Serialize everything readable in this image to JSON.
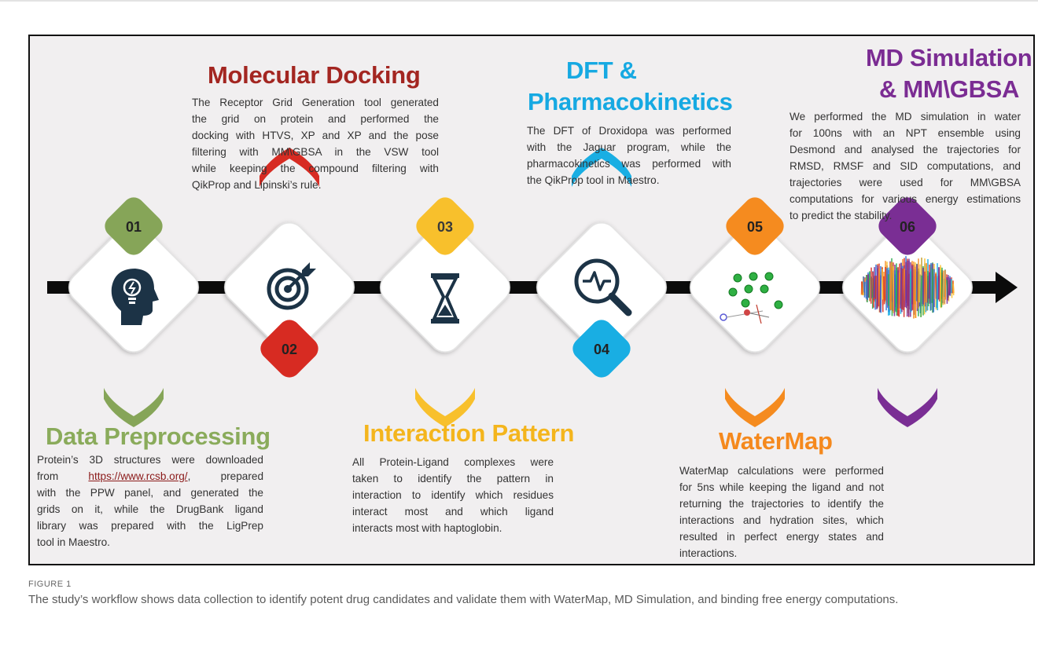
{
  "steps": [
    {
      "number": "01",
      "title": "Data Preprocessing",
      "icon": "brain-head-icon",
      "tab_color": "#86a558",
      "title_color": "#8aab5b",
      "text": {
        "line1": "Protein’s 3D structures were downloaded",
        "line2_pre": "from",
        "link": "https://www.rcsb.org/",
        "line2_post": ", prepared",
        "line3": "with the PPW panel, and generated the",
        "line4": "grids on it, while the DrugBank ligand",
        "line5": "library was prepared with the LigPrep",
        "line6": "tool in Maestro."
      }
    },
    {
      "number": "02",
      "title": "Molecular Docking",
      "icon": "target-icon",
      "tab_color": "#d72b22",
      "title_color": "#a32621",
      "text": [
        "The Receptor Grid Generation tool generated",
        "the grid on protein and performed the",
        "docking with HTVS, XP and XP and the pose",
        "filtering with MM\\GBSA in the VSW tool",
        "while keeping the compound filtering with",
        "QikProp and Lipinski’s rule."
      ]
    },
    {
      "number": "03",
      "title": "Interaction Pattern",
      "icon": "hourglass-icon",
      "tab_color": "#f8c02c",
      "title_color": "#f4b51d",
      "text": [
        "All Protein-Ligand complexes were",
        "taken to identify the pattern in",
        "interaction to identify which residues",
        "interact most and which ligand",
        "interacts most with haptoglobin."
      ]
    },
    {
      "number": "04",
      "title_line1": "DFT &",
      "title_line2": "Pharmacokinetics",
      "icon": "magnifier-pulse-icon",
      "tab_color": "#19aee3",
      "title_color": "#16a9e2",
      "text": [
        "The DFT of Droxidopa was performed",
        "with the Jaguar program, while the",
        "pharmacokinetics was performed with",
        "the QikProp tool in Maestro."
      ]
    },
    {
      "number": "05",
      "title": "WaterMap",
      "icon": "watermap-icon",
      "tab_color": "#f58b1f",
      "title_color": "#f5891d",
      "text": [
        "WaterMap calculations were performed",
        "for 5ns while keeping the ligand and not",
        "returning the trajectories to identify the",
        "interactions and hydration sites, which",
        "resulted in perfect energy states and",
        "interactions."
      ]
    },
    {
      "number": "06",
      "title_line1": "MD Simulation",
      "title_line2": "& MM\\GBSA",
      "icon": "trajectory-plot-icon",
      "tab_color": "#7a2e94",
      "title_color": "#7b2c93",
      "text": [
        "We performed the MD simulation in water",
        "for 100ns with an NPT ensemble using",
        "Desmond and analysed the trajectories for",
        "RMSD, RMSF and SID computations, and",
        "trajectories were used for MM\\GBSA",
        "computations for various energy estimations",
        "to predict the stability."
      ]
    }
  ],
  "caption": {
    "label": "FIGURE 1",
    "text": "The study’s workflow shows data collection to identify potent drug candidates and validate them with WaterMap, MD Simulation, and binding free energy computations."
  }
}
